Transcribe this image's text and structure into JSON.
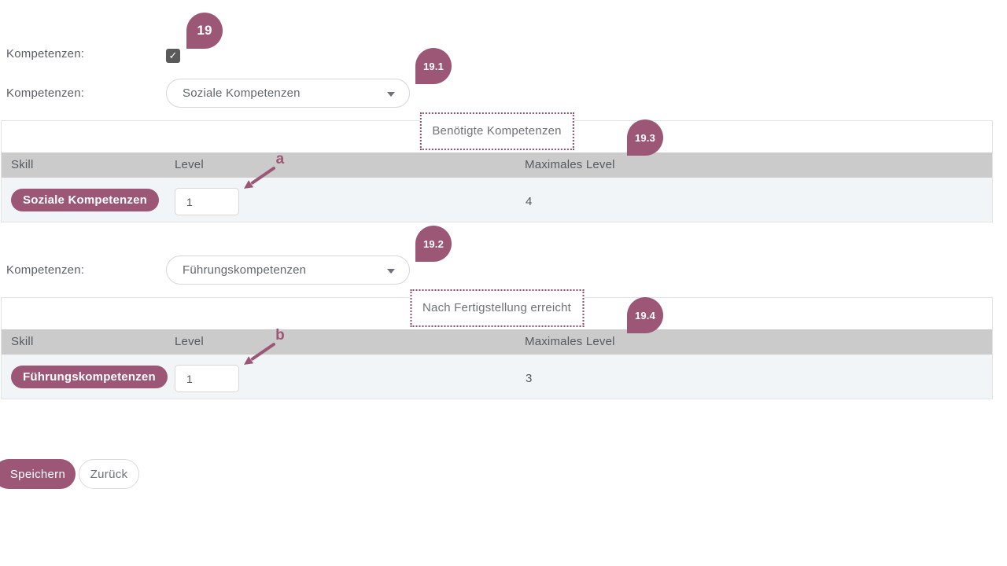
{
  "colors": {
    "accent": "#9c5777",
    "table_header_bg": "#cbcbcb",
    "table_row_bg": "#f1f5f8",
    "dotted_border": "#8f5070",
    "checkbox_bg": "#5a5a5a"
  },
  "checkbox_row": {
    "label": "Kompetenzen:",
    "checked": true,
    "check_glyph": "✓",
    "callout": "19"
  },
  "sections": [
    {
      "label": "Kompetenzen:",
      "dropdown": {
        "value": "Soziale Kompetenzen",
        "callout": "19.1"
      },
      "table": {
        "caption": "Benötigte Kompetenzen",
        "callout": "19.3",
        "columns": {
          "skill": "Skill",
          "level": "Level",
          "max": "Maximales Level"
        },
        "row": {
          "skill": "Soziale Kompetenzen",
          "level": "1",
          "max": "4"
        },
        "arrow_label": "a"
      }
    },
    {
      "label": "Kompetenzen:",
      "dropdown": {
        "value": "Führungskompetenzen",
        "callout": "19.2"
      },
      "table": {
        "caption": "Nach Fertigstellung erreicht",
        "callout": "19.4",
        "columns": {
          "skill": "Skill",
          "level": "Level",
          "max": "Maximales Level"
        },
        "row": {
          "skill": "Führungskompetenzen",
          "level": "1",
          "max": "3"
        },
        "arrow_label": "b"
      }
    }
  ],
  "buttons": {
    "save": "Speichern",
    "back": "Zurück"
  }
}
